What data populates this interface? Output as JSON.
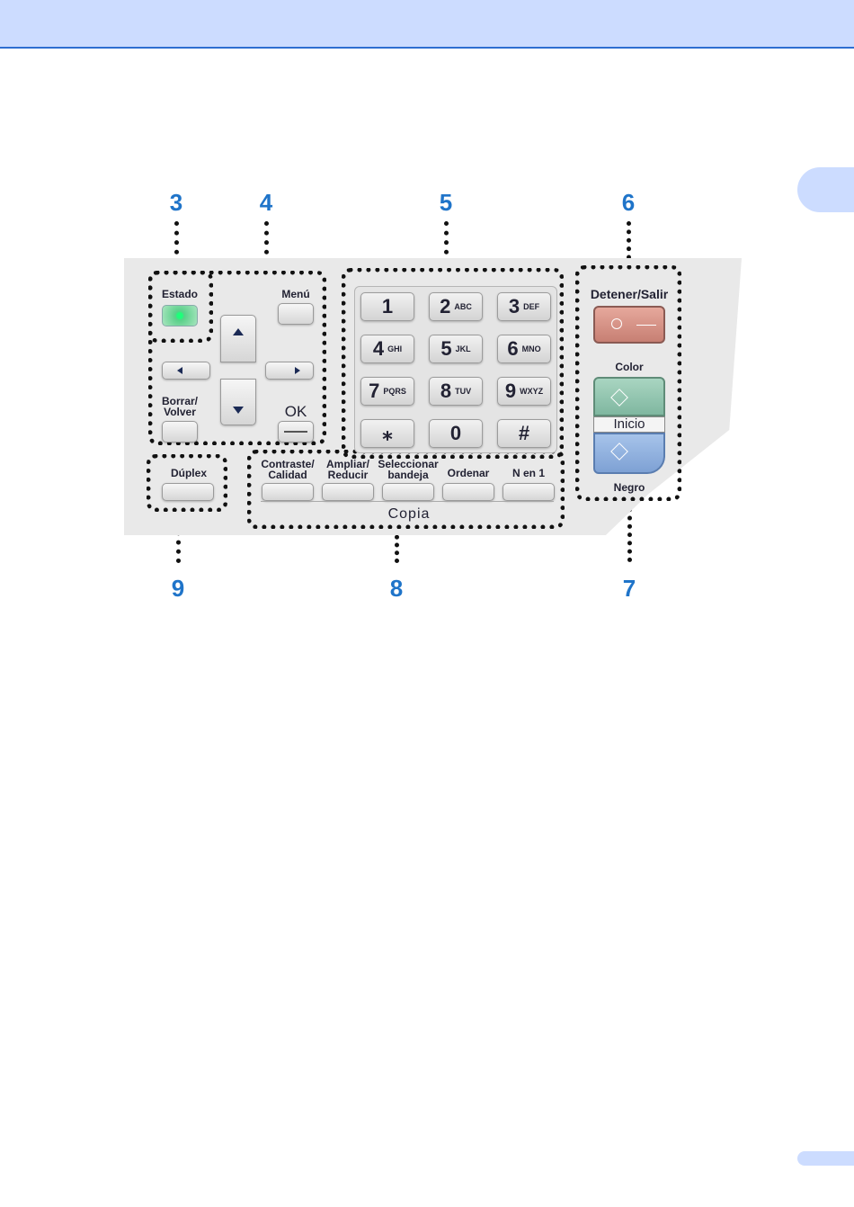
{
  "callouts": {
    "c3": "3",
    "c4": "4",
    "c5": "5",
    "c6": "6",
    "c7": "7",
    "c8": "8",
    "c9": "9"
  },
  "panel": {
    "status_label": "Estado",
    "menu_label": "Menú",
    "clear_back_label": "Borrar/\nVolver",
    "ok_label": "OK",
    "duplex_label": "Dúplex",
    "stop_exit_label": "Detener/Salir",
    "color_label": "Color",
    "start_label": "Inicio",
    "black_label": "Negro",
    "copy_label": "Copia",
    "copy_buttons": [
      "Contraste/\nCalidad",
      "Ampliar/\nReducir",
      "Seleccionar\nbandeja",
      "Ordenar",
      "N en 1"
    ],
    "keypad": [
      {
        "n": "1",
        "l": ""
      },
      {
        "n": "2",
        "l": "ABC"
      },
      {
        "n": "3",
        "l": "DEF"
      },
      {
        "n": "4",
        "l": "GHI"
      },
      {
        "n": "5",
        "l": "JKL"
      },
      {
        "n": "6",
        "l": "MNO"
      },
      {
        "n": "7",
        "l": "PQRS"
      },
      {
        "n": "8",
        "l": "TUV"
      },
      {
        "n": "9",
        "l": "WXYZ"
      },
      {
        "n": "⁎",
        "l": ""
      },
      {
        "n": "0",
        "l": ""
      },
      {
        "n": "#",
        "l": ""
      }
    ]
  },
  "icons": {
    "stop": "stop-icon",
    "start": "start-diamond-icon",
    "up": "arrow-up-icon",
    "down": "arrow-down-icon",
    "left": "arrow-left-icon",
    "right": "arrow-right-icon"
  }
}
